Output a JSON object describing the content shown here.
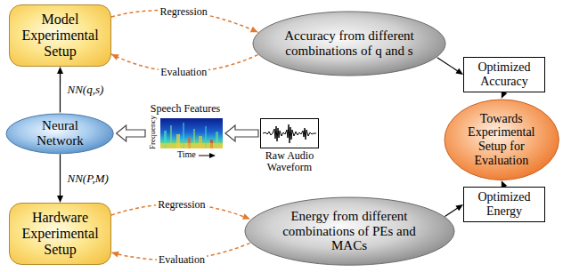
{
  "diagram": {
    "nodes": [
      {
        "text": [
          "Model Experimental Setup"
        ]
      },
      {
        "text": [
          "Accuracy from different combinations of q and s"
        ]
      },
      {
        "text": [
          "Neural Network"
        ]
      },
      {
        "text": [
          "Speech Features"
        ]
      },
      {
        "text": [
          "Raw Audio Waveform"
        ]
      },
      {
        "text": [
          "Optimized Accuracy"
        ]
      },
      {
        "text": [
          "Towards Experimental Setup for Evaluation"
        ]
      },
      {
        "text": [
          "Optimized Energy"
        ]
      },
      {
        "text": [
          "Hardware Experimental Setup"
        ]
      },
      {
        "text": [
          "Energy from different combinations of PEs and MACs"
        ]
      }
    ],
    "edges": [
      {
        "from": 0,
        "to": 1,
        "label": "Regression",
        "arrow": "to"
      },
      {
        "from": 1,
        "to": 0,
        "label": "Evaluation",
        "arrow": "to"
      },
      {
        "from": 2,
        "to": 0,
        "label": "NN(q,s)",
        "arrow": "to"
      },
      {
        "from": 2,
        "to": 8,
        "label": "NN(P,M)",
        "arrow": "to"
      },
      {
        "from": 4,
        "to": 3,
        "arrow": "to"
      },
      {
        "from": 3,
        "to": 2,
        "arrow": "to"
      },
      {
        "from": 1,
        "to": 5,
        "arrow": "to"
      },
      {
        "from": 5,
        "to": 6,
        "arrow": "to"
      },
      {
        "from": 9,
        "to": 7,
        "arrow": "to"
      },
      {
        "from": 7,
        "to": 6,
        "arrow": "to"
      },
      {
        "from": 8,
        "to": 9,
        "label": "Regression",
        "arrow": "to"
      },
      {
        "from": 9,
        "to": 8,
        "label": "Evaluation",
        "arrow": "to"
      }
    ],
    "labels": [
      "Frequency",
      "Time"
    ]
  }
}
